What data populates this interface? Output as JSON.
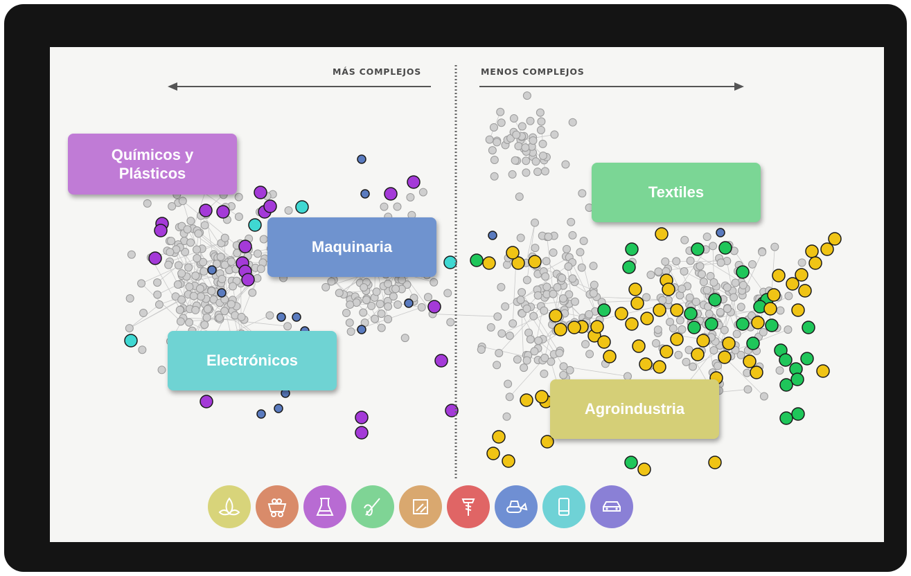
{
  "header": {
    "left_label": "MÁS COMPLEJOS",
    "right_label": "MENOS COMPLEJOS"
  },
  "sectors": {
    "quimicos": {
      "label_line1": "Químicos y",
      "label_line2": "Plásticos",
      "color": "#c07bd6",
      "node_color": "#a43ad8"
    },
    "maquinaria": {
      "label": "Maquinaria",
      "color": "#6f93cf",
      "node_color": "#5a7bbf"
    },
    "electronicos": {
      "label": "Electrónicos",
      "color": "#6fd3d3",
      "node_color": "#3fd8d2"
    },
    "textiles": {
      "label": "Textiles",
      "color": "#7bd695",
      "node_color": "#1fc65a"
    },
    "agroindustria": {
      "label": "Agroindustria",
      "color": "#d5cf77",
      "node_color": "#f0c415"
    }
  },
  "legend_icons": [
    {
      "name": "agriculture-icon",
      "color": "#d8d47a"
    },
    {
      "name": "mining-cart-icon",
      "color": "#d98b6a"
    },
    {
      "name": "chemistry-flask-icon",
      "color": "#b86bd3"
    },
    {
      "name": "textile-needle-icon",
      "color": "#7fd495"
    },
    {
      "name": "stone-glass-icon",
      "color": "#d9a86f"
    },
    {
      "name": "metal-screw-icon",
      "color": "#e06565"
    },
    {
      "name": "machinery-bulldozer-icon",
      "color": "#6f8fd3"
    },
    {
      "name": "electronics-phone-icon",
      "color": "#6fd2d6"
    },
    {
      "name": "vehicle-car-icon",
      "color": "#8a80d6"
    }
  ]
}
